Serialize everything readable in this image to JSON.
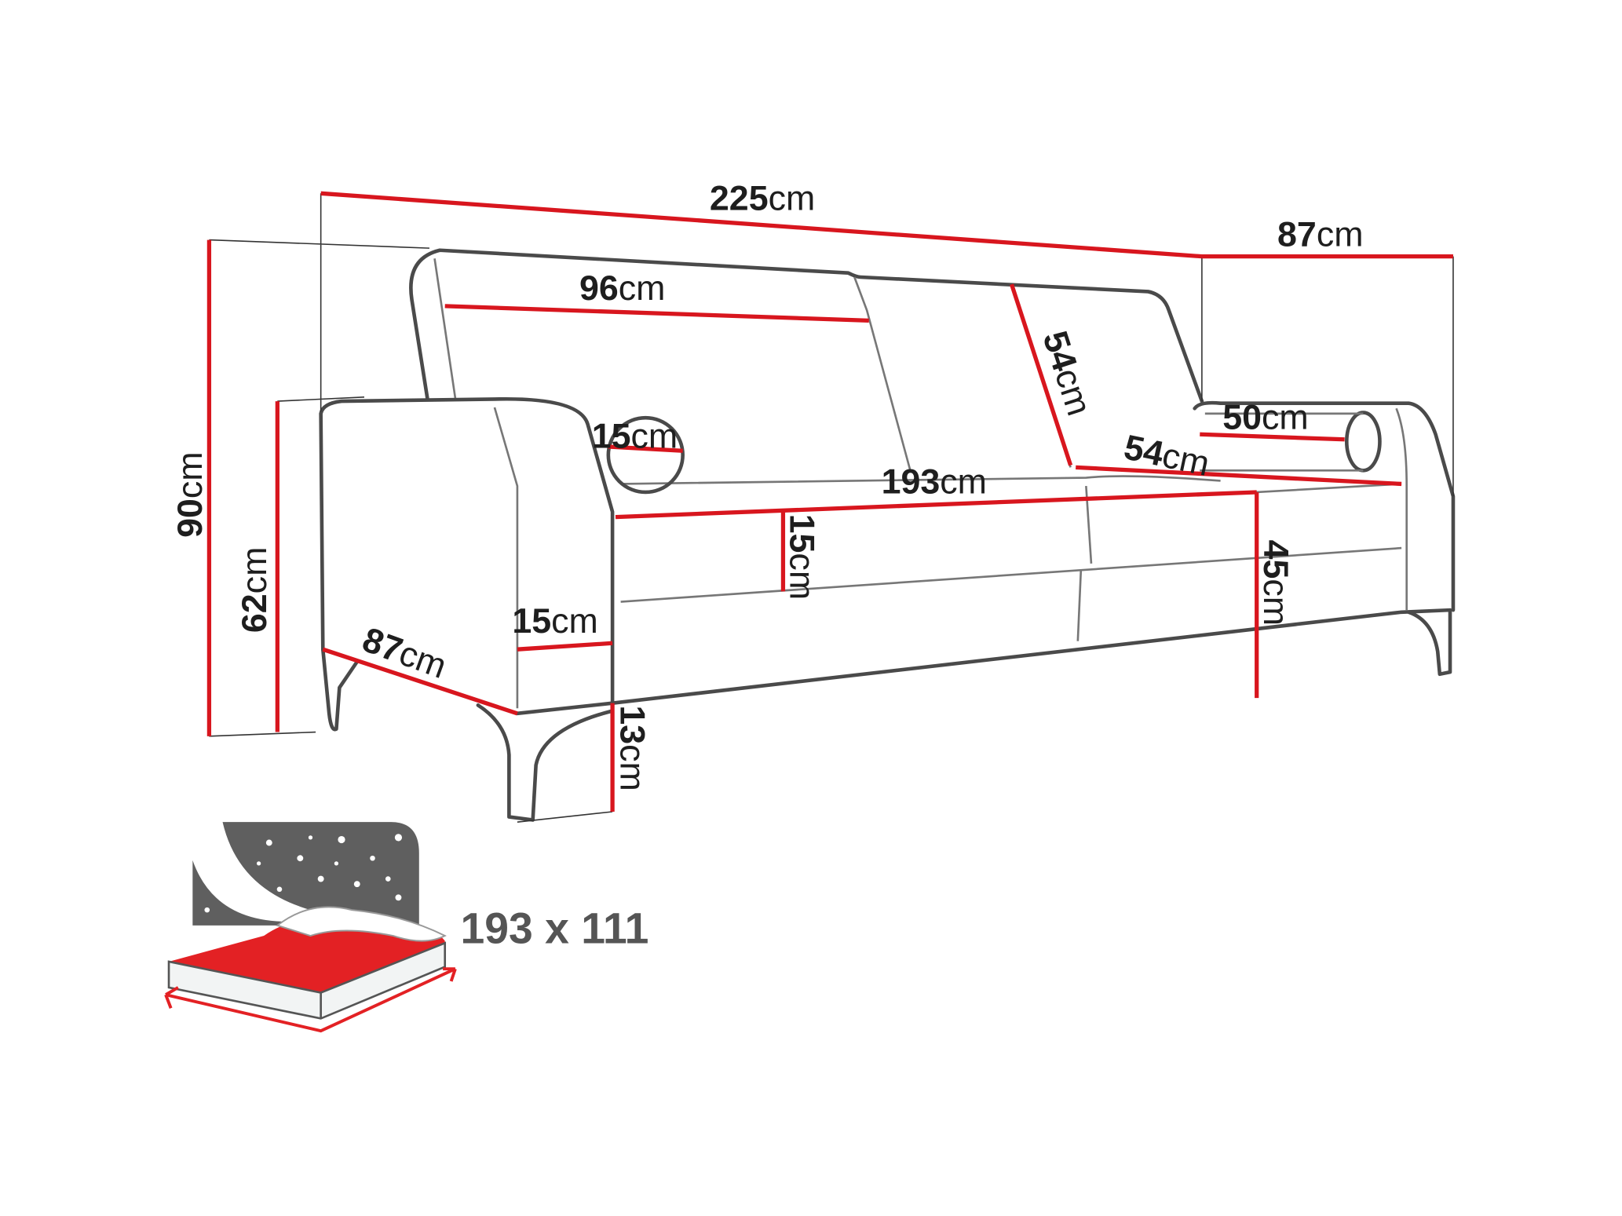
{
  "dimensions": {
    "total_width": {
      "value": "225",
      "unit": "cm"
    },
    "depth_top": {
      "value": "87",
      "unit": "cm"
    },
    "backrest_width": {
      "value": "96",
      "unit": "cm"
    },
    "backrest_height": {
      "value": "54",
      "unit": "cm"
    },
    "armrest_length": {
      "value": "50",
      "unit": "cm"
    },
    "bolster_diameter": {
      "value": "15",
      "unit": "cm"
    },
    "seat_depth": {
      "value": "54",
      "unit": "cm"
    },
    "seat_width": {
      "value": "193",
      "unit": "cm"
    },
    "cushion_height": {
      "value": "15",
      "unit": "cm"
    },
    "seat_height": {
      "value": "45",
      "unit": "cm"
    },
    "total_height": {
      "value": "90",
      "unit": "cm"
    },
    "armrest_height": {
      "value": "62",
      "unit": "cm"
    },
    "armrest_width": {
      "value": "15",
      "unit": "cm"
    },
    "depth_side": {
      "value": "87",
      "unit": "cm"
    },
    "leg_height": {
      "value": "13",
      "unit": "cm"
    }
  },
  "sleeping_area": {
    "label": "193 x 111"
  },
  "colors": {
    "accent": "#d8161e",
    "outline": "#4a4a4a",
    "icon_gray": "#5f5f5f"
  }
}
